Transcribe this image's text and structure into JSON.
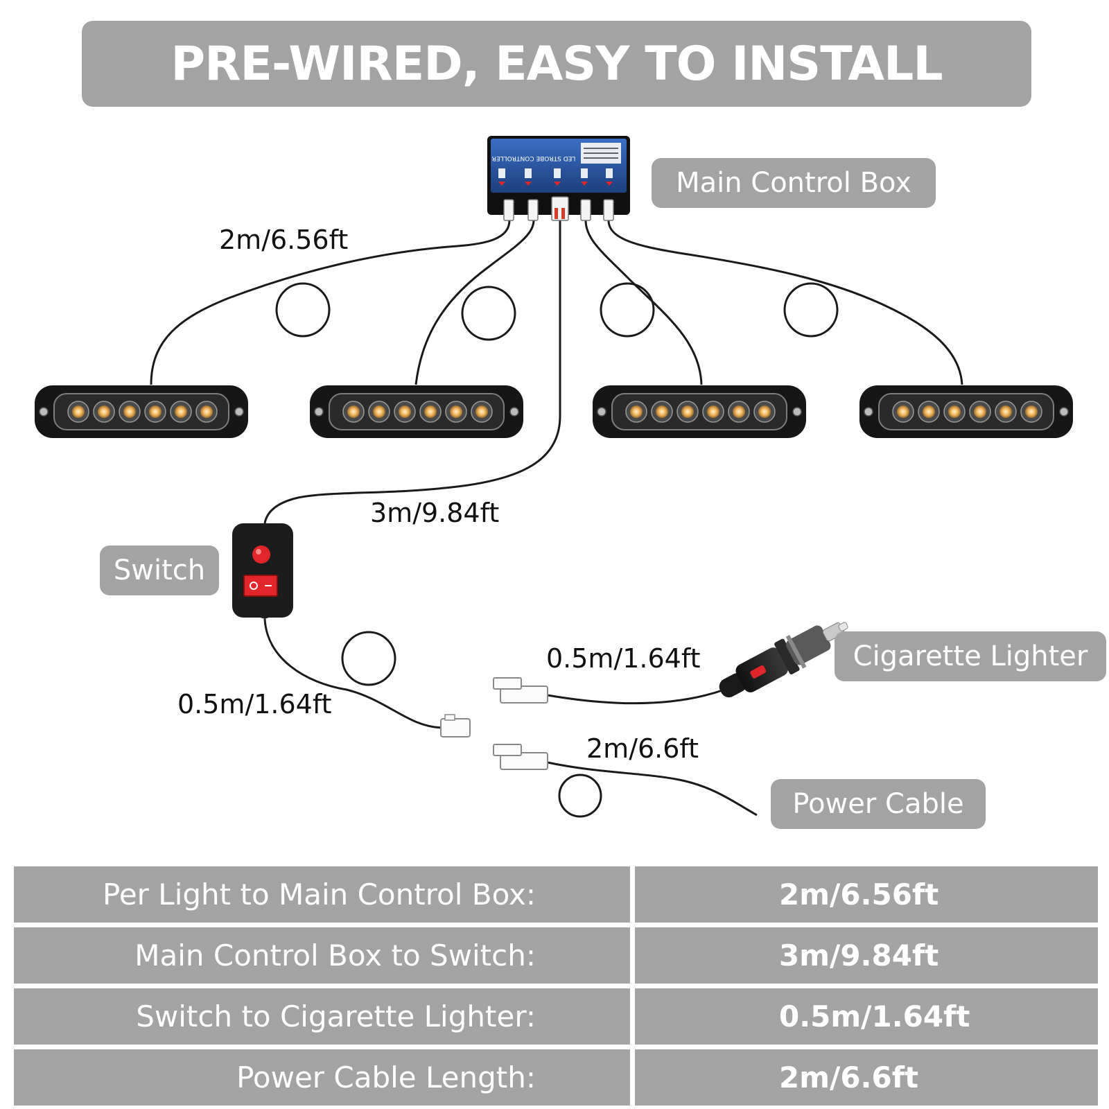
{
  "title": "PRE-WIRED, EASY TO INSTALL",
  "components": {
    "control_box": "Main Control Box",
    "control_box_print": "LED STROBE CONTROLLER",
    "switch": "Switch",
    "lighter": "Cigarette Lighter",
    "power_cable": "Power Cable"
  },
  "lengths": {
    "light_to_box": "2m/6.56ft",
    "box_to_switch": "3m/9.84ft",
    "switch_cable": "0.5m/1.64ft",
    "lighter_cable": "0.5m/1.64ft",
    "power_cable": "2m/6.6ft"
  },
  "spec_table": [
    {
      "label": "Per Light to Main Control Box:",
      "value": "2m/6.56ft"
    },
    {
      "label": "Main Control Box to Switch:",
      "value": "3m/9.84ft"
    },
    {
      "label": "Switch to Cigarette Lighter:",
      "value": "0.5m/1.64ft"
    },
    {
      "label": "Power Cable Length:",
      "value": "2m/6.6ft"
    }
  ],
  "colors": {
    "label_bg": "#a3a3a3",
    "led_amber": "#f0b55a",
    "switch_red": "#e0262b",
    "box_blue": "#2a5aa8"
  }
}
